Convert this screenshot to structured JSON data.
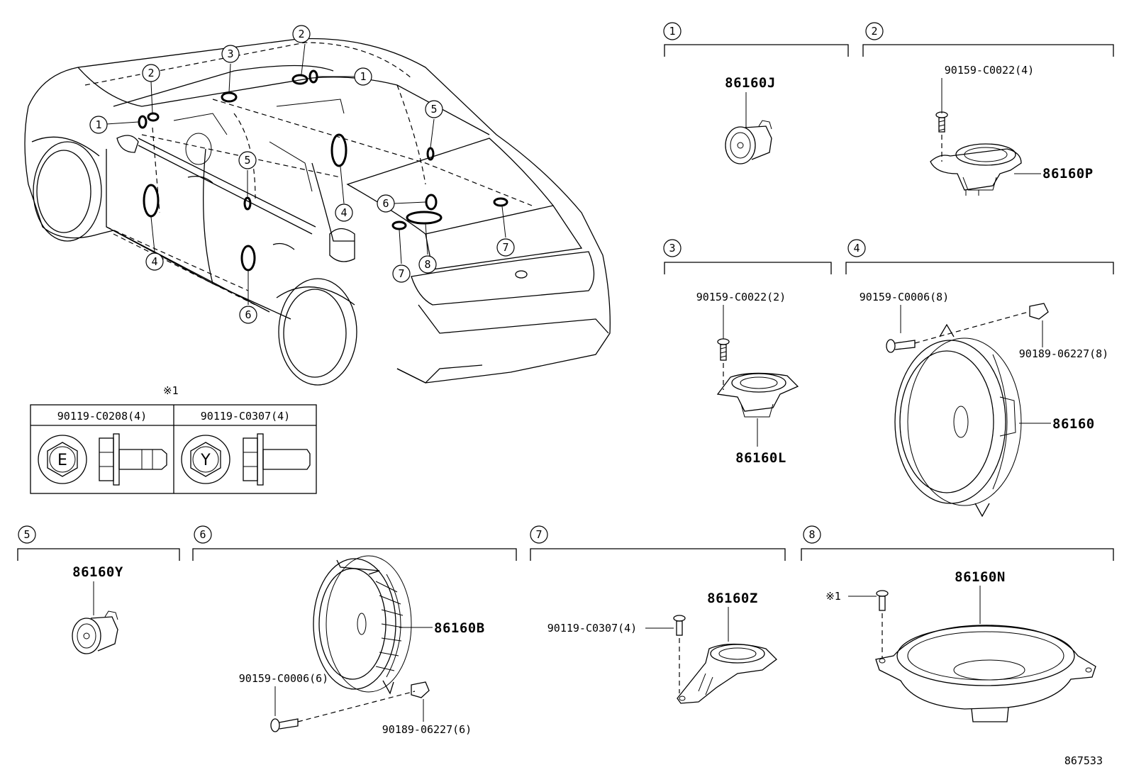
{
  "diagram_code": "867533",
  "note_mark": "※1",
  "callouts": [
    "1",
    "2",
    "3",
    "4",
    "5",
    "6",
    "7",
    "8"
  ],
  "sections": [
    {
      "num": "1",
      "parts": [
        "86160J"
      ]
    },
    {
      "num": "2",
      "parts": [
        "90159-C0022(4)",
        "86160P"
      ]
    },
    {
      "num": "3",
      "parts": [
        "90159-C0022(2)",
        "86160L"
      ]
    },
    {
      "num": "4",
      "parts": [
        "90159-C0006(8)",
        "90189-06227(8)",
        "86160"
      ]
    },
    {
      "num": "5",
      "parts": [
        "86160Y"
      ]
    },
    {
      "num": "6",
      "parts": [
        "86160B",
        "90159-C0006(6)",
        "90189-06227(6)"
      ]
    },
    {
      "num": "7",
      "parts": [
        "90119-C0307(4)",
        "86160Z"
      ]
    },
    {
      "num": "8",
      "parts": [
        "86160N"
      ]
    }
  ],
  "bolt_table": {
    "headers": [
      "90119-C0208(4)",
      "90119-C0307(4)"
    ],
    "head_marks": [
      "E",
      "Y"
    ]
  }
}
